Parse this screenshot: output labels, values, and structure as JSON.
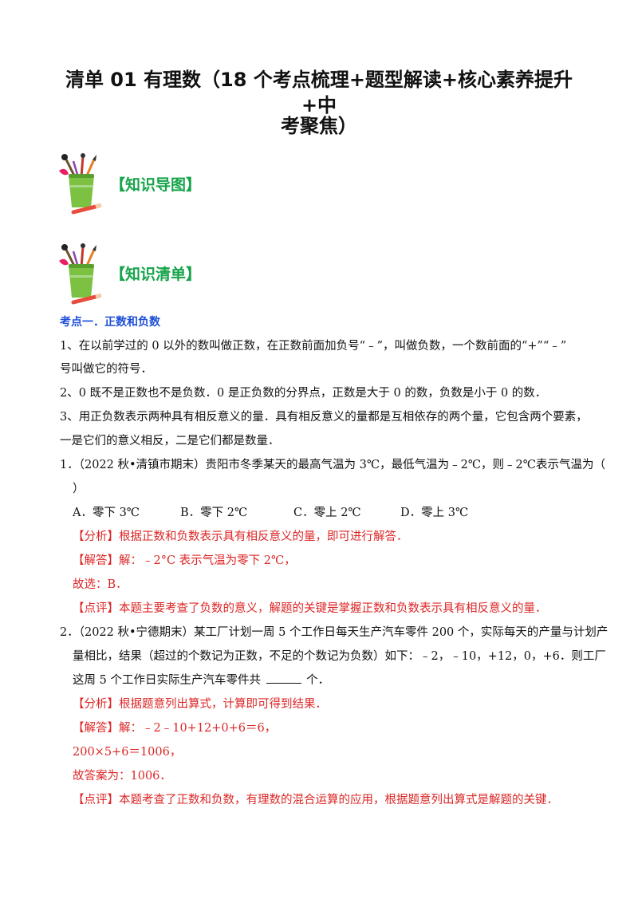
{
  "title": {
    "line1": "清单 01 有理数（18 个考点梳理+题型解读+核心素养提升+中",
    "line2": "考聚焦）"
  },
  "sections": {
    "map": "【知识导图】",
    "list": "【知识清单】"
  },
  "kp1": {
    "heading": "考点一．正数和负数",
    "p1a": "1、在以前学过的 0 以外的数叫做正数，在正数前面加负号“﹣”，叫做负数，一个数前面的“+”“﹣”",
    "p1b": "号叫做它的符号．",
    "p2": "2、0 既不是正数也不是负数．0 是正负数的分界点，正数是大于 0 的数，负数是小于 0 的数．",
    "p3a": "3、用正负数表示两种具有相反意义的量．具有相反意义的量都是互相依存的两个量，它包含两个要素，",
    "p3b": "一是它们的意义相反，二是它们都是数量．"
  },
  "q1": {
    "stem_a": "1．（2022 秋•清镇市期末）贵阳市冬季某天的最高气温为 3℃，最低气温为﹣2℃，则﹣2℃表示气温为（",
    "stem_b": "）",
    "options": [
      "A．零下 3℃",
      "B．零下 2℃",
      "C．零上 2℃",
      "D．零上 3℃"
    ],
    "analysis": "【分析】根据正数和负数表示具有相反意义的量，即可进行解答．",
    "answer": "【解答】解：﹣2°C 表示气温为零下 2℃，",
    "choice": "故选：B．",
    "comment": "【点评】本题主要考查了负数的意义，解题的关键是掌握正数和负数表示具有相反意义的量．"
  },
  "q2": {
    "stem_a": "2．（2022 秋•宁德期末）某工厂计划一周 5 个工作日每天生产汽车零件 200 个，实际每天的产量与计划产",
    "stem_b": "量相比，结果（超过的个数记为正数，不足的个数记为负数）如下：﹣2，﹣10，+12，0，+6．则工厂",
    "stem_c1": "这周 5 个工作日实际生产汽车零件共",
    "stem_c2": "个．",
    "analysis": "【分析】根据题意列出算式，计算即可得到结果．",
    "answer": "【解答】解：﹣2﹣10+12+0+6＝6，",
    "calc": "200×5+6＝1006，",
    "final": "故答案为：1006．",
    "comment": "【点评】本题考查了正数和负数，有理数的混合运算的应用，根据题意列出算式是解题的关键．"
  },
  "colors": {
    "heading_green": "#16a34a",
    "keypoint_blue": "#1d4ed8",
    "solution_red": "#dc2626"
  }
}
